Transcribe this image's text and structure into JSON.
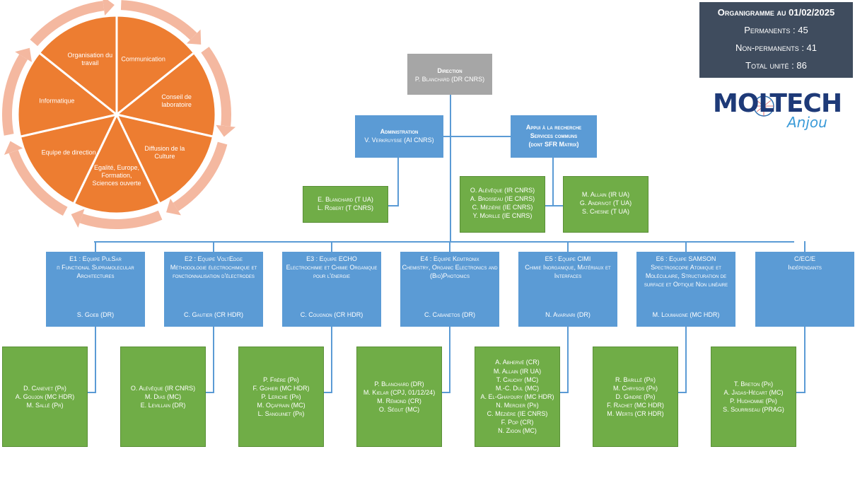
{
  "summary": {
    "title": "Organigramme au 01/02/2025",
    "permanents": "Permanents : 45",
    "non_permanents": "Non-permanents : 41",
    "total": "Total unité : 86"
  },
  "logo": {
    "main": "MOLTECH",
    "sub": "Anjou"
  },
  "pie": {
    "segments": [
      "Communication",
      "Conseil de laboratoire",
      "Diffusion de la Culture",
      "Egalité, Europe, Formation, Sciences ouverte",
      "Equipe de direction",
      "Informatique",
      "Organisation du travail"
    ],
    "colors": {
      "slice": "#ed7d31",
      "ring": "#f4b8a0"
    }
  },
  "direction": {
    "title": "Direction",
    "name": "P. Blanchard (DR CNRS)"
  },
  "administration": {
    "title": "Administration",
    "name": "V. Verkruysse (AI CNRS)",
    "members": [
      "E. Blanchard (T UA)",
      "L. Robert (T CNRS)"
    ]
  },
  "appui": {
    "title1": "Appui à la recherche",
    "title2": "Services communs",
    "title3": "(dont SFR Matrix)",
    "members_left": [
      "O. Alévêque (IR CNRS)",
      "A. Brosseau (IE CNRS)",
      "C. Mézière (IE CNRS)",
      "Y. Morille (IE CNRS)"
    ],
    "members_right": [
      "M. Allain (IR UA)",
      "G. Andrivot (T UA)",
      "S. Chesne (T UA)"
    ]
  },
  "teams": [
    {
      "head": "E1 : Equipe PulSar",
      "sub": "π Functional Supramolecular Architectures",
      "lead": "S. Goeb (DR)",
      "members": [
        "D. Canevet (Pr)",
        "A. Goujon (MC HDR)",
        "M. Sallé (Pr)"
      ]
    },
    {
      "head": "E2 : Equipe VoltEdge",
      "sub": "Méthodologie électrochimique et fonctionnalisation d'électrodes",
      "lead": "C. Gautier (CR HDR)",
      "members": [
        "O. Alévêque (IR CNRS)",
        "M. Dias (MC)",
        "E. Levillain (DR)"
      ]
    },
    {
      "head": "E3 : Equipe ECHO",
      "sub": "Electrochimie et Chimie Organique pour l'énergie",
      "lead": "C. Cougnon (CR HDR)",
      "members": [
        "P. Frère (Pr)",
        "F. Gohier (MC HDR)",
        "P. Leriche (Pr)",
        "M. Oçafrain (MC)",
        "L. Sanguinet (Pr)"
      ]
    },
    {
      "head": "E4 : Equipe Kemtronix",
      "sub": "Chemistry, Organic Electronics and (Bio)Photonics",
      "lead": "C. Cabanetos (DR)",
      "members": [
        "P. Blanchard (DR)",
        "M. Kielar (CPJ, 01/12/24)",
        "M. Rémond (CR)",
        "O. Ségut (MC)"
      ]
    },
    {
      "head": "E5 : Equipe CIMI",
      "sub": "Chimie Inorganique, Matériaux et Interfaces",
      "lead": "N. Avarvari (DR)",
      "members": [
        "A. Abhervé (CR)",
        "M. Allain (IR UA)",
        "T. Cauchy (MC)",
        "M.-C. Dul (MC)",
        "A. El-Ghayoury (MC HDR)",
        "N. Mercier (Pr)",
        "C. Mézière (IE CNRS)",
        "F. Pop (CR)",
        "N. Zigon (MC)"
      ]
    },
    {
      "head": "E6 : Equipe SAMSON",
      "sub": "Spectroscopie Atomique et Moléculaire, Structuration de surface et Optique Non linéaire",
      "lead": "M. Loumaigne (MC HDR)",
      "members": [
        "R. Barillé (Pr)",
        "M. Chrysos (Pr)",
        "D. Gindre (Pr)",
        "F. Rachet (MC HDR)",
        "M. Werts (CR HDR)"
      ]
    },
    {
      "head": "C/EC/E",
      "sub": "Indépendants",
      "lead": "",
      "members": [
        "T. Breton (Pr)",
        "A. Jadas-Hécart (MC)",
        "P. Hudhomme (Pr)",
        "S. Sourriseau (PRAG)"
      ]
    }
  ]
}
